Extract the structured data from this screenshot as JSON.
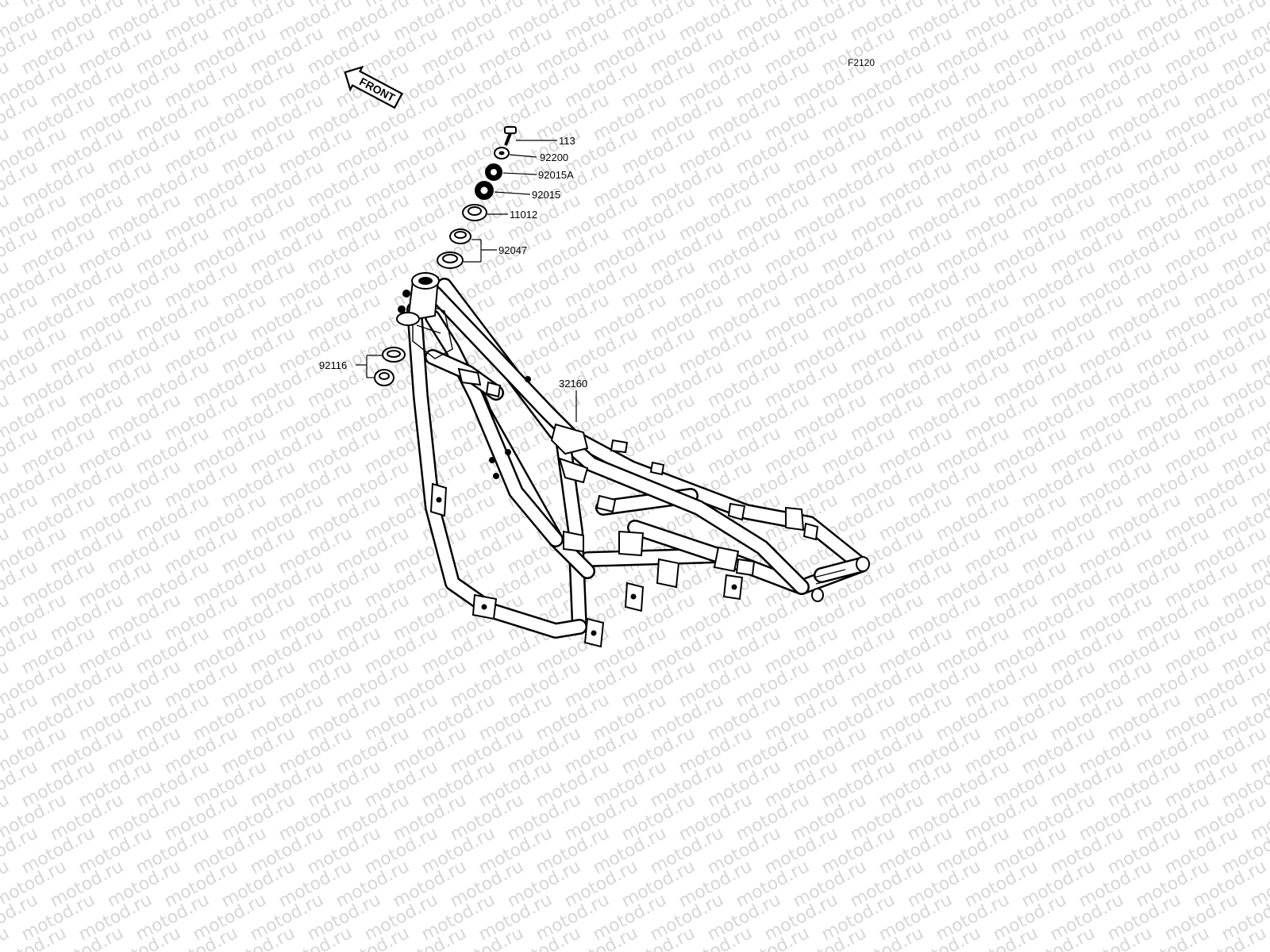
{
  "diagram": {
    "code": "F2120",
    "front_label": "FRONT",
    "watermark": "motod.ru",
    "parts": [
      {
        "id": "113",
        "label": "113"
      },
      {
        "id": "92200",
        "label": "92200"
      },
      {
        "id": "92015A",
        "label": "92015A"
      },
      {
        "id": "92015",
        "label": "92015"
      },
      {
        "id": "11012",
        "label": "11012"
      },
      {
        "id": "92047",
        "label": "92047"
      },
      {
        "id": "92116",
        "label": "92116"
      },
      {
        "id": "32160",
        "label": "32160"
      }
    ]
  }
}
